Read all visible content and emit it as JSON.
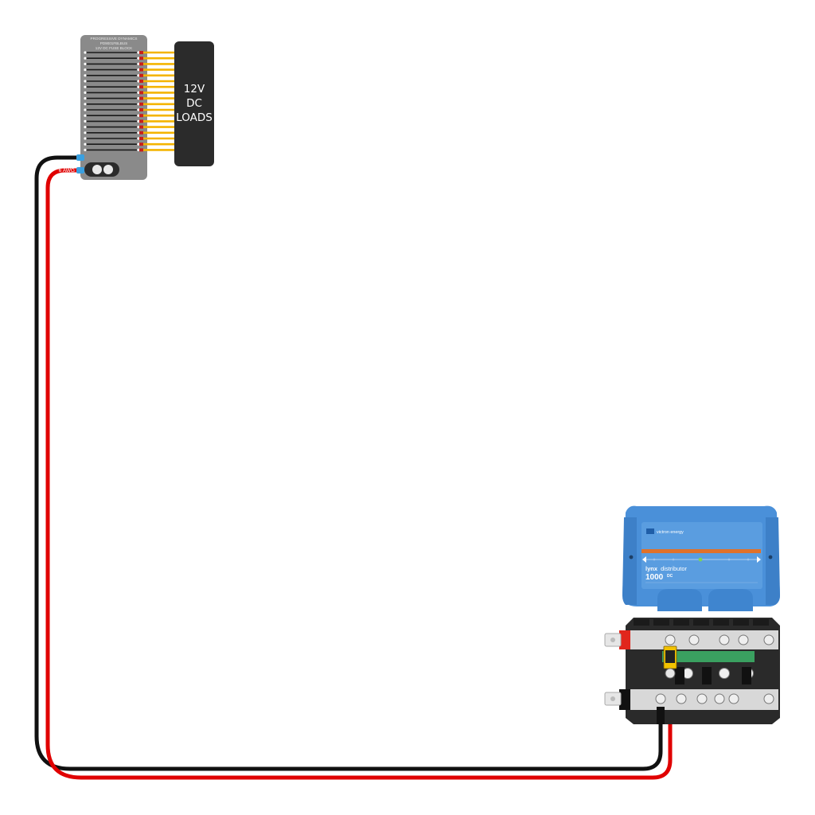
{
  "fuse_block": {
    "brand_line": "PROGRESSIVE DYNAMICS",
    "model_line": "PD9001FBLBUS",
    "desc_line": "12V DC FUSE BLOCK",
    "fuse_count": 18
  },
  "loads_label": {
    "line1": "12V",
    "line2": "DC",
    "line3": "LOADS"
  },
  "cables": {
    "negative_gauge": "6 AWG",
    "positive_gauge": "6 AWG",
    "negative_color": "#111111",
    "positive_color": "#e00000"
  },
  "lynx": {
    "brand": "victron energy",
    "product_bold": "lynx",
    "product_rest": "distributor",
    "rating": "1000",
    "rating_unit": "DC",
    "body_color": "#4a90d9",
    "accent_color": "#e0712a"
  },
  "colors": {
    "fuse_block_gray": "#8a8a8a",
    "load_wire_yellow": "#f4b400",
    "loads_box": "#2b2b2b",
    "terminal_blue": "#3aa0e0",
    "busbar_silver": "#d8d8d8"
  }
}
